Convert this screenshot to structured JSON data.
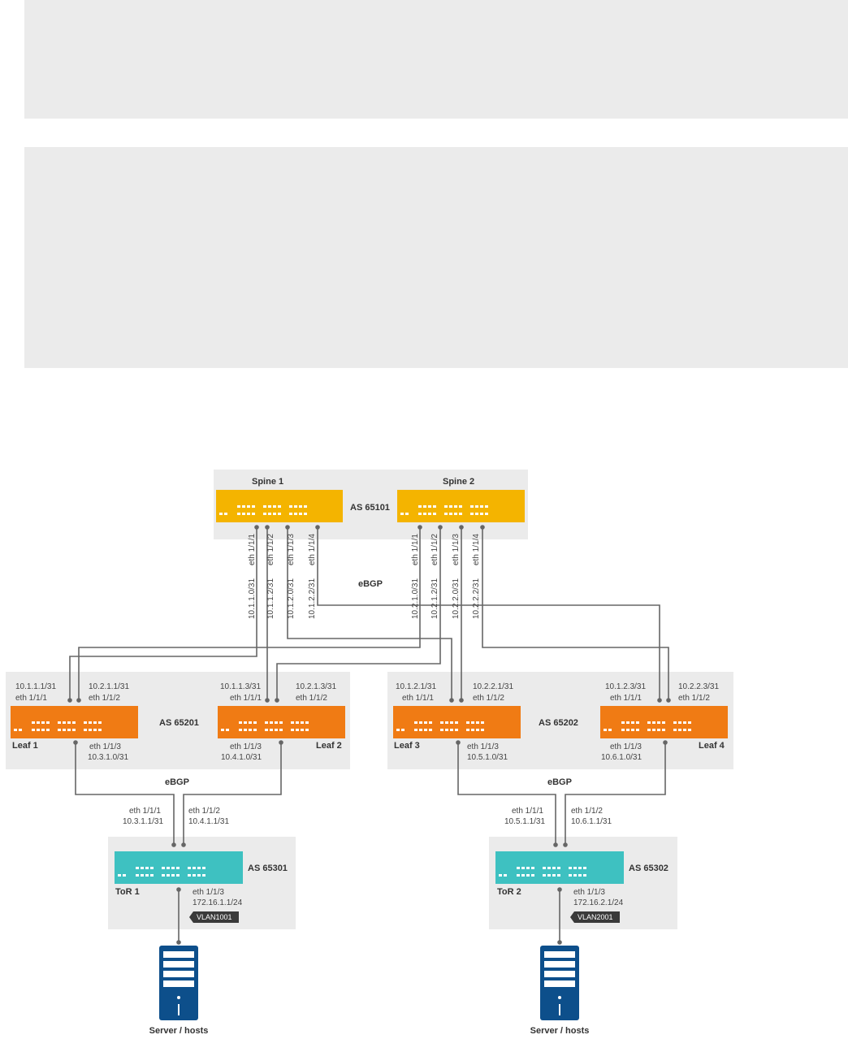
{
  "nodes": {
    "spine1": {
      "name": "Spine 1",
      "ports": [
        "eth 1/1/1",
        "eth 1/1/2",
        "eth 1/1/3",
        "eth 1/1/4"
      ],
      "ips": [
        "10.1.1.0/31",
        "10.1.1.2/31",
        "10.1.2.0/31",
        "10.1.2.2/31"
      ]
    },
    "spine2": {
      "name": "Spine 2",
      "ports": [
        "eth 1/1/1",
        "eth 1/1/2",
        "eth 1/1/3",
        "eth 1/1/4"
      ],
      "ips": [
        "10.2.1.0/31",
        "10.2.1.2/31",
        "10.2.2.0/31",
        "10.2.2.2/31"
      ]
    },
    "spine_as": "AS 65101",
    "leaf1": {
      "name": "Leaf 1",
      "ip1": "10.1.1.1/31",
      "port1": "eth 1/1/1",
      "ip2": "10.2.1.1/31",
      "port2": "eth 1/1/2",
      "down_port": "eth 1/1/3",
      "down_ip": "10.3.1.0/31"
    },
    "leaf2": {
      "name": "Leaf 2",
      "ip1": "10.1.1.3/31",
      "port1": "eth 1/1/1",
      "ip2": "10.2.1.3/31",
      "port2": "eth 1/1/2",
      "down_port": "eth 1/1/3",
      "down_ip": "10.4.1.0/31"
    },
    "leaf3": {
      "name": "Leaf 3",
      "ip1": "10.1.2.1/31",
      "port1": "eth 1/1/1",
      "ip2": "10.2.2.1/31",
      "port2": "eth 1/1/2",
      "down_port": "eth 1/1/3",
      "down_ip": "10.5.1.0/31"
    },
    "leaf4": {
      "name": "Leaf 4",
      "ip1": "10.1.2.3/31",
      "port1": "eth 1/1/1",
      "ip2": "10.2.2.3/31",
      "port2": "eth 1/1/2",
      "down_port": "eth 1/1/3",
      "down_ip": "10.6.1.0/31"
    },
    "leaf_as_1": "AS 65201",
    "leaf_as_2": "AS 65202",
    "tor1": {
      "name": "ToR 1",
      "as": "AS 65301",
      "up_port1": "eth 1/1/1",
      "up_ip1": "10.3.1.1/31",
      "up_port2": "eth 1/1/2",
      "up_ip2": "10.4.1.1/31",
      "down_port": "eth 1/1/3",
      "down_ip": "172.16.1.1/24",
      "vlan": "VLAN1001"
    },
    "tor2": {
      "name": "ToR 2",
      "as": "AS 65302",
      "up_port1": "eth 1/1/1",
      "up_ip1": "10.5.1.1/31",
      "up_port2": "eth 1/1/2",
      "up_ip2": "10.6.1.1/31",
      "down_port": "eth 1/1/3",
      "down_ip": "172.16.2.1/24",
      "vlan": "VLAN2001"
    },
    "server1": "Server / hosts",
    "server2": "Server / hosts"
  },
  "labels": {
    "ebgp_spine": "eBGP",
    "ebgp_left": "eBGP",
    "ebgp_right": "eBGP"
  },
  "colors": {
    "spine": "#f4b400",
    "leaf": "#f07b14",
    "tor": "#3ec1c1",
    "server": "#0d4f8b",
    "panel": "#ebebeb",
    "link": "#666666"
  }
}
